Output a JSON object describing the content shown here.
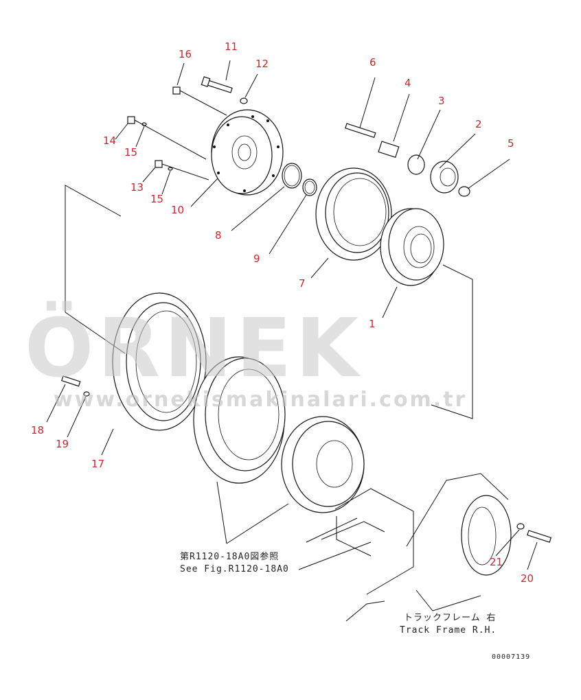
{
  "diagram": {
    "parts": [
      {
        "id": "p1",
        "label": "1"
      },
      {
        "id": "p2",
        "label": "2"
      },
      {
        "id": "p3",
        "label": "3"
      },
      {
        "id": "p4",
        "label": "4"
      },
      {
        "id": "p5",
        "label": "5"
      },
      {
        "id": "p6",
        "label": "6"
      },
      {
        "id": "p7",
        "label": "7"
      },
      {
        "id": "p8",
        "label": "8"
      },
      {
        "id": "p9",
        "label": "9"
      },
      {
        "id": "p10",
        "label": "10"
      },
      {
        "id": "p11",
        "label": "11"
      },
      {
        "id": "p12",
        "label": "12"
      },
      {
        "id": "p13",
        "label": "13"
      },
      {
        "id": "p14",
        "label": "14"
      },
      {
        "id": "p15a",
        "label": "15"
      },
      {
        "id": "p15b",
        "label": "15"
      },
      {
        "id": "p16",
        "label": "16"
      },
      {
        "id": "p17",
        "label": "17"
      },
      {
        "id": "p18",
        "label": "18"
      },
      {
        "id": "p19",
        "label": "19"
      },
      {
        "id": "p20",
        "label": "20"
      },
      {
        "id": "p21",
        "label": "21"
      }
    ],
    "notes": {
      "ref_jp": "第R1120-18A0図参照",
      "ref_en": "See Fig.R1120-18A0",
      "frame_jp": "トラックフレーム 右",
      "frame_en": "Track Frame R.H.",
      "drawing_number": "00007139"
    }
  },
  "watermark": {
    "brand": "ÖRNEK",
    "url": "www.ornekismakinalari.com.tr"
  }
}
